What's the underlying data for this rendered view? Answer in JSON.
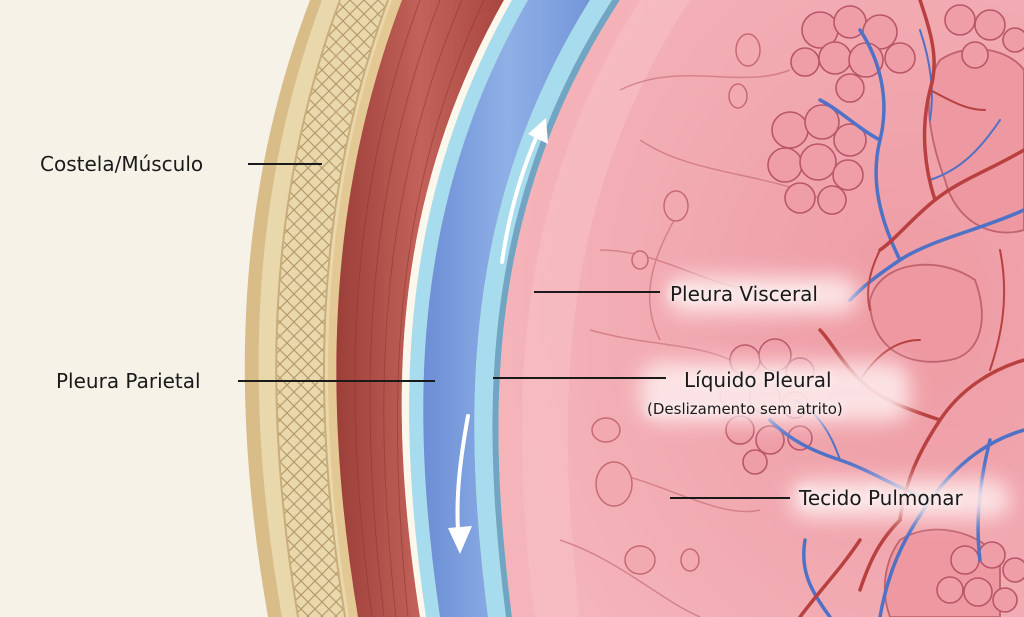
{
  "labels": {
    "rib_muscle": "Costela/Músculo",
    "parietal_pleura": "Pleura Parietal",
    "visceral_pleura": "Pleura Visceral",
    "pleural_fluid": "Líquido Pleural",
    "pleural_fluid_note": "(Deslizamento sem atrito)",
    "lung_tissue": "Tecido Pulmonar"
  },
  "colors": {
    "background": "#f6f2e8",
    "rib_band": "#e7d3a8",
    "muscle": "#b9544c",
    "parietal_pleura": "#9fd8e8",
    "pleural_fluid": "#7d9fdc",
    "visceral_pleura": "#9fd8e8",
    "lung": "#f1a6ad",
    "artery": "#b8403f",
    "vein": "#4f72c6"
  },
  "icons": [
    "arrow-up-icon",
    "arrow-down-icon"
  ]
}
